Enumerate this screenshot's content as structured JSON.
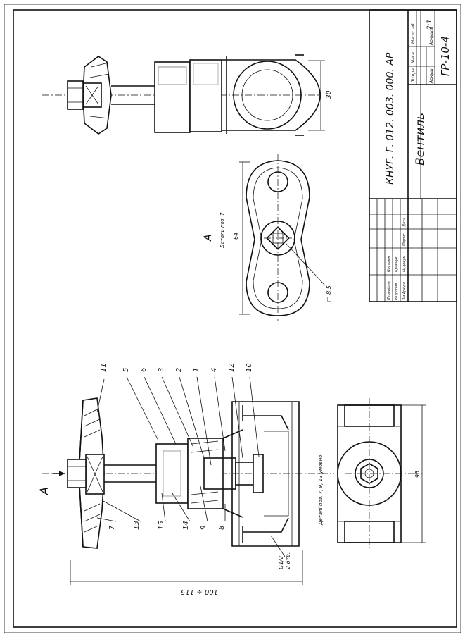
{
  "title_block": {
    "designation": "КНУГ. Г. 012. 003. 000. АР",
    "name": "Вентиль",
    "sheet_code": "ГР-10-4",
    "scale": "2:1",
    "col_lit": "Літера",
    "col_mass": "Маса",
    "col_scale": "Масштаб",
    "col_sheet": "Аркуш",
    "col_sheets": "Аркушів",
    "row_ch": "Зм Аркуш",
    "row_docnum": "№ докум",
    "row_sign": "Підпис",
    "row_date": "Дата",
    "row_dev": "Розробив",
    "row_dev_name": "Кравчук",
    "row_check": "Перевірив",
    "row_check_name": "Кострюк"
  },
  "view_a": {
    "label": "A",
    "caption": "Деталь поз. 7",
    "dim_width": "64",
    "dim_square": "□ 8.5"
  },
  "top_view": {
    "dim_height": "30"
  },
  "section": {
    "arrow_label": "A",
    "callouts_top": [
      "11",
      "5",
      "6",
      "3",
      "2",
      "1",
      "4",
      "12",
      "10"
    ],
    "callouts_bottom": [
      "7",
      "13",
      "15",
      "14",
      "9",
      "8"
    ],
    "note": "Деталі поз. 7, 9, 13 умовно",
    "dim_overall": "100 ÷ 115",
    "thread": "G1/2",
    "thread_sub": "2 отв."
  },
  "bottom_view": {
    "dim_length": "95"
  }
}
